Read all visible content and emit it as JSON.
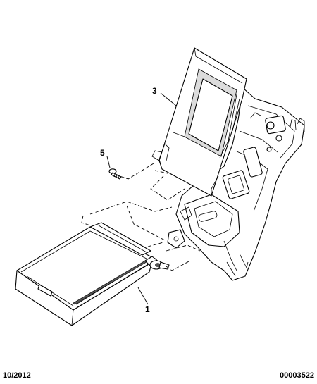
{
  "callouts": {
    "item_1": "1",
    "item_3": "3",
    "item_5": "5"
  },
  "footer": {
    "date": "10/2012",
    "reference": "00003522"
  }
}
